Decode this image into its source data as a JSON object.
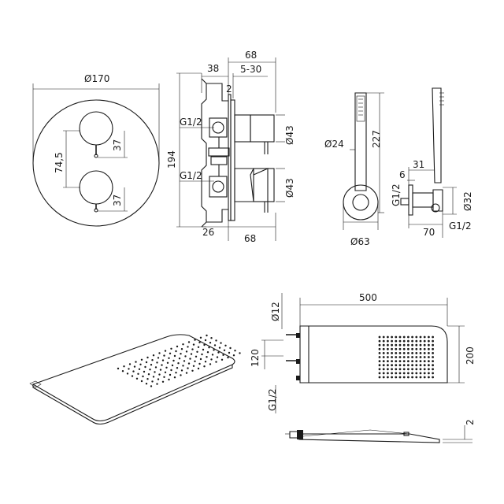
{
  "dimensions": {
    "plate_diameter": "Ø170",
    "handle_spacing": "74,5",
    "handle_top": "37",
    "handle_bottom": "37",
    "body_width_top": "68",
    "body_depth": "38",
    "adjust_range": "5-30",
    "plate_gap": "2",
    "inlet_top": "G1/2",
    "inlet_bottom": "G1/2",
    "knob_top": "Ø43",
    "knob_bottom": "Ø43",
    "body_height": "194",
    "base_offset": "26",
    "body_width_bottom": "68",
    "hand_shower_diameter": "Ø24",
    "hand_shower_length": "227",
    "elbow_diameter": "Ø63",
    "elbow_thread": "G1/2",
    "holder_offset": "6",
    "holder_height": "31",
    "holder_diameter": "Ø32",
    "holder_depth": "70",
    "holder_thread": "G1/2",
    "head_pipe_diameter": "Ø12",
    "head_width": "500",
    "head_pipe_spacing": "120",
    "head_depth": "200",
    "head_thread": "G1/2",
    "head_thickness": "2"
  }
}
